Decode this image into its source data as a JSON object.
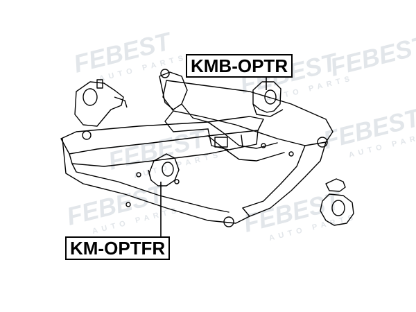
{
  "watermark": {
    "brand": "FEBEST",
    "subtitle": "AUTO PARTS",
    "color": "#dfe3e8"
  },
  "labels": {
    "top_part": "KMB-OPTR",
    "bottom_part": "KM-OPTFR"
  },
  "colors": {
    "line": "#000000",
    "background": "#ffffff"
  }
}
